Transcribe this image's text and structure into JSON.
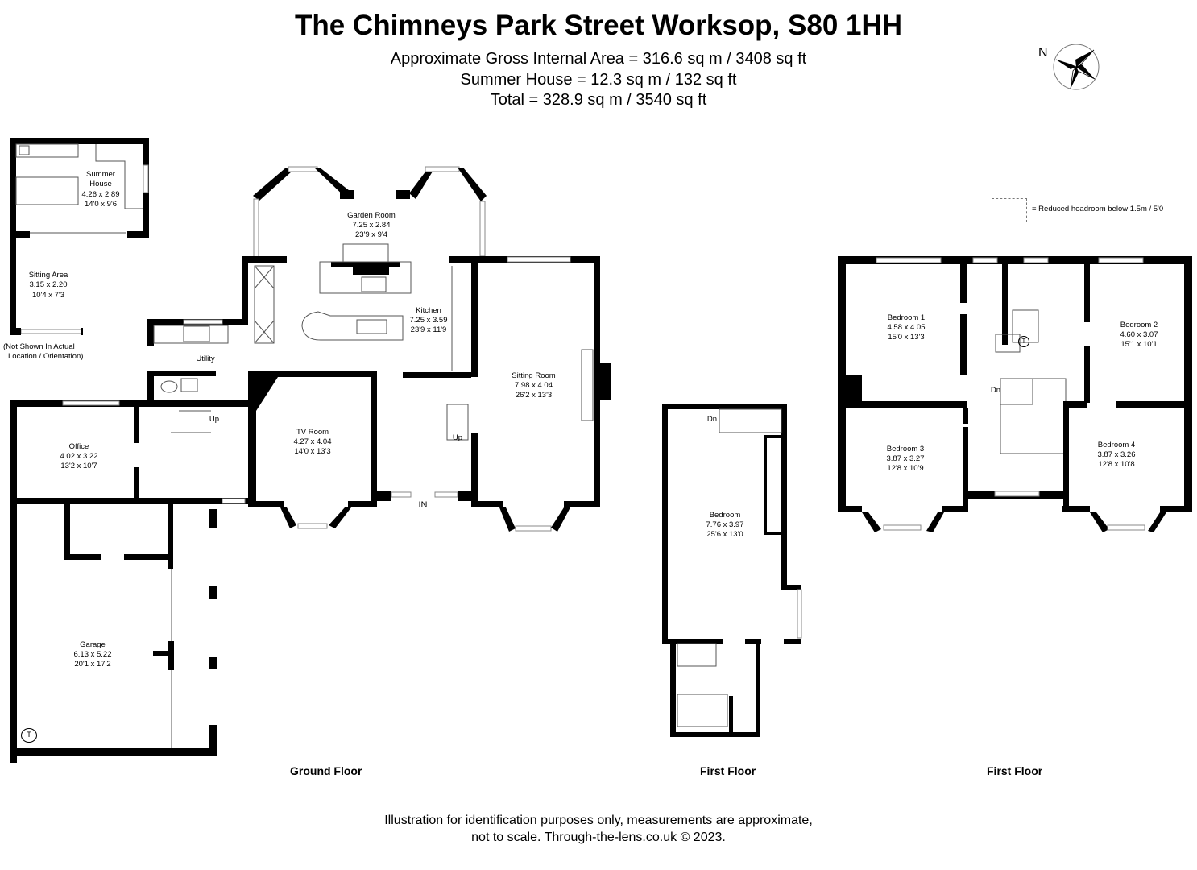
{
  "header": {
    "title": "The Chimneys Park Street Worksop, S80 1HH",
    "gross_area": "Approximate Gross Internal Area = 316.6 sq m / 3408 sq ft",
    "summer_house_area": "Summer House = 12.3 sq m / 132 sq ft",
    "total_area": "Total = 328.9 sq m / 3540 sq ft"
  },
  "compass": {
    "label": "N",
    "icon": "compass-rose-icon"
  },
  "legend": {
    "text": "= Reduced headroom below 1.5m / 5'0"
  },
  "ground_floor": {
    "label": "Ground Floor",
    "rooms": [
      {
        "name": "Summer",
        "name2": "House",
        "metric": "4.26 x 2.89",
        "imperial": "14'0 x 9'6"
      },
      {
        "name": "Sitting Area",
        "metric": "3.15 x 2.20",
        "imperial": "10'4 x 7'3"
      },
      {
        "name": "Garden Room",
        "metric": "7.25 x 2.84",
        "imperial": "23'9 x 9'4"
      },
      {
        "name": "Kitchen",
        "metric": "7.25 x 3.59",
        "imperial": "23'9 x 11'9"
      },
      {
        "name": "Utility"
      },
      {
        "name": "Sitting Room",
        "metric": "7.98 x 4.04",
        "imperial": "26'2 x 13'3"
      },
      {
        "name": "TV Room",
        "metric": "4.27 x 4.04",
        "imperial": "14'0 x 13'3"
      },
      {
        "name": "Office",
        "metric": "4.02 x 3.22",
        "imperial": "13'2 x 10'7"
      },
      {
        "name": "Garage",
        "metric": "6.13 x 5.22",
        "imperial": "20'1 x 17'2"
      }
    ],
    "note_line1": "(Not Shown In Actual",
    "note_line2": "Location / Orientation)",
    "stairs_up_1": "Up",
    "stairs_up_2": "Up",
    "entrance": "IN",
    "thermostat": "T"
  },
  "first_floor_annex": {
    "label": "First Floor",
    "rooms": [
      {
        "name": "Bedroom",
        "metric": "7.76 x 3.97",
        "imperial": "25'6 x 13'0"
      }
    ],
    "stairs_down": "Dn"
  },
  "first_floor_main": {
    "label": "First Floor",
    "rooms": [
      {
        "name": "Bedroom 1",
        "metric": "4.58 x 4.05",
        "imperial": "15'0 x 13'3"
      },
      {
        "name": "Bedroom 2",
        "metric": "4.60 x 3.07",
        "imperial": "15'1 x 10'1"
      },
      {
        "name": "Bedroom 3",
        "metric": "3.87 x 3.27",
        "imperial": "12'8 x 10'9"
      },
      {
        "name": "Bedroom 4",
        "metric": "3.87 x 3.26",
        "imperial": "12'8 x 10'8"
      }
    ],
    "stairs_down": "Dn",
    "thermostat": "T"
  },
  "footer": {
    "line1": "Illustration for identification purposes only, measurements are approximate,",
    "line2": "not to scale. Through-the-lens.co.uk © 2023."
  }
}
